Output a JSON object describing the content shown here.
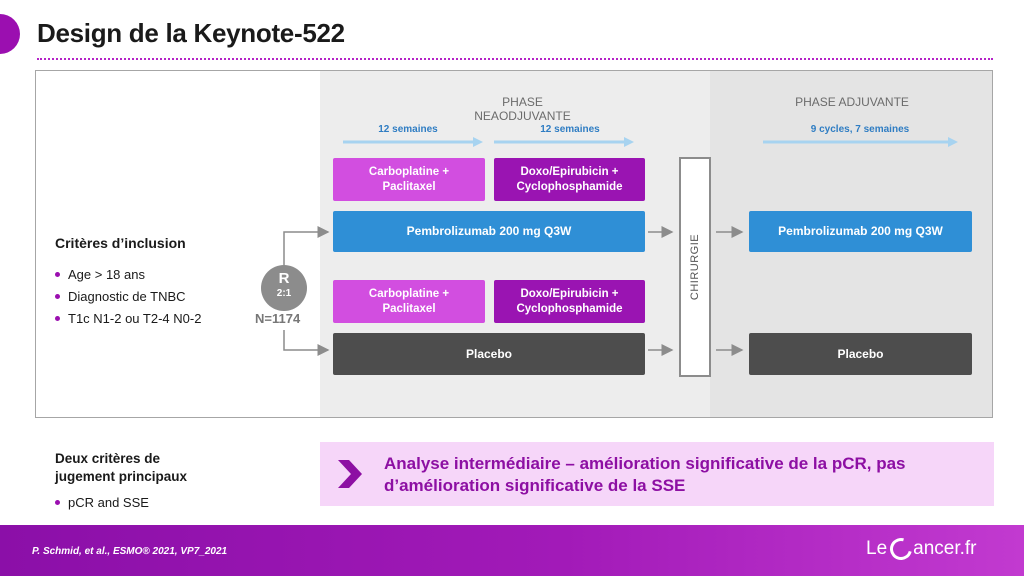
{
  "header": {
    "title": "Design de la Keynote-522",
    "accent_color": "#9b0fb0"
  },
  "phases": {
    "neoadjuvant_label": "PHASE\nNEAODJUVANTE",
    "adjuvant_label": "PHASE ADJUVANTE",
    "duration_1": "12 semaines",
    "duration_2": "12 semaines",
    "duration_3": "9 cycles, 7 semaines"
  },
  "arm_pembro": {
    "chemo_1": "Carboplatine  +\nPaclitaxel",
    "chemo_2": "Doxo/Epirubicin  +\nCyclophosphamide",
    "neo_drug": "Pembrolizumab  200 mg  Q3W",
    "adj_drug": "Pembrolizumab  200 mg  Q3W"
  },
  "arm_placebo": {
    "chemo_1": "Carboplatine  +\nPaclitaxel",
    "chemo_2": "Doxo/Epirubicin  +\nCyclophosphamide",
    "neo_drug": "Placebo",
    "adj_drug": "Placebo"
  },
  "surgery_label": "CHIRURGIE",
  "randomization": {
    "letter": "R",
    "ratio": "2:1",
    "n": "N=1174"
  },
  "inclusion": {
    "title": "Critères d’inclusion",
    "items": [
      "Age > 18 ans",
      "Diagnostic de TNBC",
      "T1c N1-2 ou T2-4 N0-2"
    ]
  },
  "endpoints": {
    "title": "Deux critères de\njugement principaux",
    "items": [
      "pCR and SSE"
    ]
  },
  "conclusion": {
    "text": "Analyse intermédiaire – amélioration significative de la pCR, pas d’amélioration significative de la SSE"
  },
  "footer": {
    "citation": "P. Schmid, et al.,  ESMO® 2021, VP7_2021",
    "logo_prefix": "Le",
    "logo_suffix": "ancer.fr"
  },
  "colors": {
    "chemo": "#d24ee0",
    "anthracycline": "#9a14b2",
    "pembrolizumab": "#2f8fd6",
    "placebo": "#4d4d4d",
    "duration_arrow": "#a7d3f0"
  }
}
